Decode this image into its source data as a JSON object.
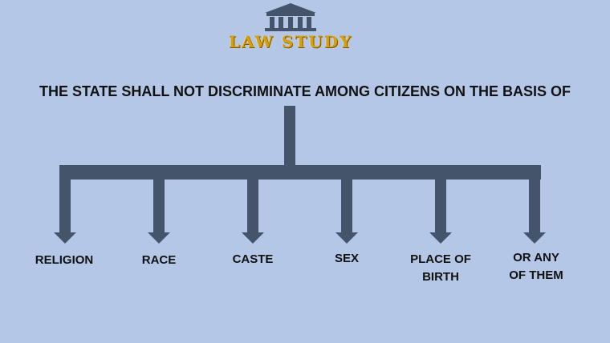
{
  "logo": {
    "text": "LAW STUDY",
    "icon": "courthouse-icon"
  },
  "heading": "THE STATE SHALL NOT DISCRIMINATE AMONG CITIZENS ON THE BASIS OF",
  "colors": {
    "background": "#b4c7e7",
    "connector": "#44546a",
    "logo_gold": "#d4a017"
  },
  "branches": [
    {
      "lines": [
        "RELIGION"
      ]
    },
    {
      "lines": [
        "RACE"
      ]
    },
    {
      "lines": [
        "CASTE"
      ]
    },
    {
      "lines": [
        "SEX"
      ]
    },
    {
      "lines": [
        "PLACE OF",
        "BIRTH"
      ]
    },
    {
      "lines": [
        "OR ANY",
        "OF THEM"
      ]
    }
  ]
}
